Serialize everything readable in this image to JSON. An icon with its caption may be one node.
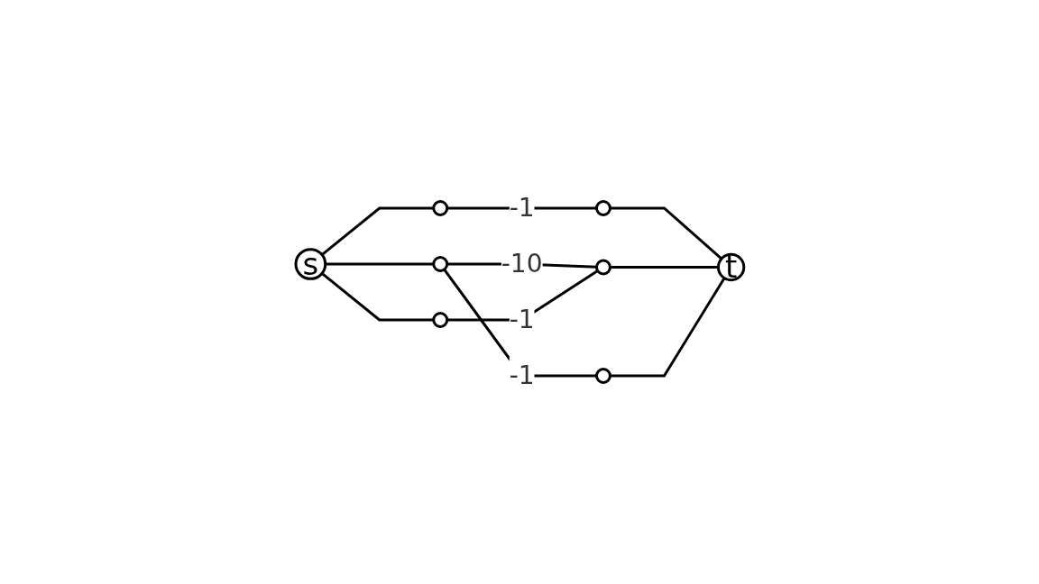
{
  "diagram": {
    "nodes": [
      {
        "text": [
          "s"
        ]
      },
      {
        "text": [],
        "shape": "circle"
      },
      {
        "text": [],
        "shape": "circle"
      },
      {
        "text": [],
        "shape": "circle"
      },
      {
        "text": [],
        "shape": "circle"
      },
      {
        "text": [],
        "shape": "circle"
      },
      {
        "text": [],
        "shape": "circle"
      },
      {
        "text": [
          "t"
        ]
      }
    ],
    "edges": [
      {
        "from": 0,
        "to": 1,
        "arrow": "none"
      },
      {
        "from": 0,
        "to": 2,
        "arrow": "none"
      },
      {
        "from": 0,
        "to": 3,
        "arrow": "none"
      },
      {
        "from": 1,
        "to": 4,
        "arrow": "none",
        "label": "-1"
      },
      {
        "from": 2,
        "to": 5,
        "arrow": "none",
        "label": "-10"
      },
      {
        "from": 2,
        "to": 6,
        "arrow": "none",
        "label": "-1"
      },
      {
        "from": 3,
        "to": 5,
        "arrow": "none",
        "label": "-1"
      },
      {
        "from": 4,
        "to": 7,
        "arrow": "none"
      },
      {
        "from": 5,
        "to": 7,
        "arrow": "none"
      },
      {
        "from": 6,
        "to": 7,
        "arrow": "none"
      }
    ]
  }
}
